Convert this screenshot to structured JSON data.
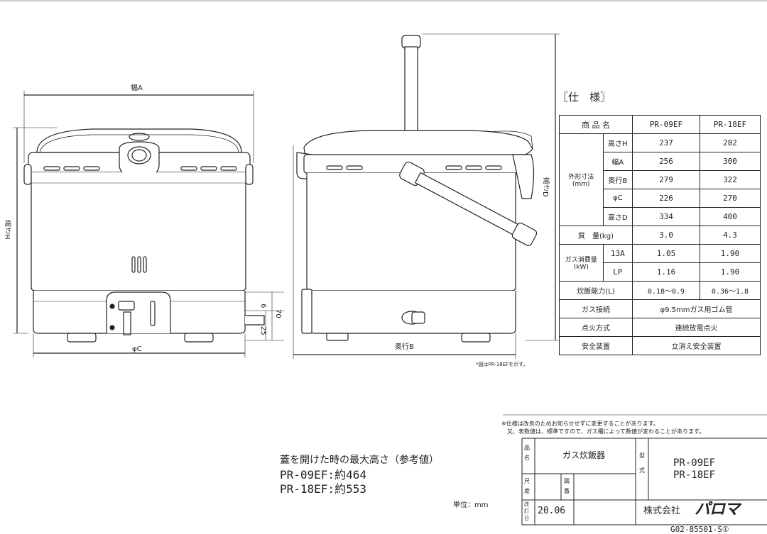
{
  "drawing": {
    "label_width": "幅A",
    "label_height_h": "高さH",
    "label_phi_c": "φC",
    "label_depth_b": "奥行B",
    "label_height_d": "高さD",
    "dim_6": "6",
    "dim_70": "70",
    "dim_25": "25",
    "figure_note": "*図はPR-18EFを示す。"
  },
  "spec": {
    "title": "〖仕　様〗",
    "header": {
      "name": "商 品 名",
      "m1": "PR-09EF",
      "m2": "PR-18EF"
    },
    "dims_group": "外形寸法\n(mm)",
    "dims": [
      {
        "label": "高さH",
        "v1": "237",
        "v2": "282"
      },
      {
        "label": "幅A",
        "v1": "256",
        "v2": "300"
      },
      {
        "label": "奥行B",
        "v1": "279",
        "v2": "322"
      },
      {
        "label": "φC",
        "v1": "226",
        "v2": "270"
      },
      {
        "label": "高さD",
        "v1": "334",
        "v2": "400"
      }
    ],
    "mass": {
      "label": "質　量(kg)",
      "v1": "3.0",
      "v2": "4.3"
    },
    "gas_group": "ガス消費量\n(kW)",
    "gas": [
      {
        "label": "13A",
        "v1": "1.05",
        "v2": "1.90"
      },
      {
        "label": "LP",
        "v1": "1.16",
        "v2": "1.90"
      }
    ],
    "capacity": {
      "label": "炊飯能力(L)",
      "v1": "0.18〜0.9",
      "v2": "0.36〜1.8"
    },
    "connection": {
      "label": "ガス接続",
      "value": "φ9.5mmガス用ゴム管"
    },
    "ignition": {
      "label": "点火方式",
      "value": "連続放電点火"
    },
    "safety": {
      "label": "安全装置",
      "value": "立消え安全装置"
    }
  },
  "notes": {
    "line1": "※仕様は改良のためお知らせせずに変更することがあります。",
    "line2": "又、表数値は、標準ですので、ガス種によって数値が変わることがあります。"
  },
  "lid": {
    "title": "蓋を開けた時の最大高さ（参考値）",
    "row1": "PR-09EF:約464",
    "row2": "PR-18EF:約553",
    "unit": "単位：mm"
  },
  "title_block": {
    "hinmei_label": "品\n名",
    "hinmei_value": "ガス炊飯器",
    "shaku_label": "尺\n度",
    "zuban_label": "図\n番",
    "kaitei_label": "改\n訂\n日",
    "date": "20.06",
    "kata_label": "型\n式",
    "model1": "PR-09EF",
    "model2": "PR-18EF",
    "company": "株式会社",
    "brand": "パロマ",
    "drawing_no": "G02-85501-S①"
  }
}
